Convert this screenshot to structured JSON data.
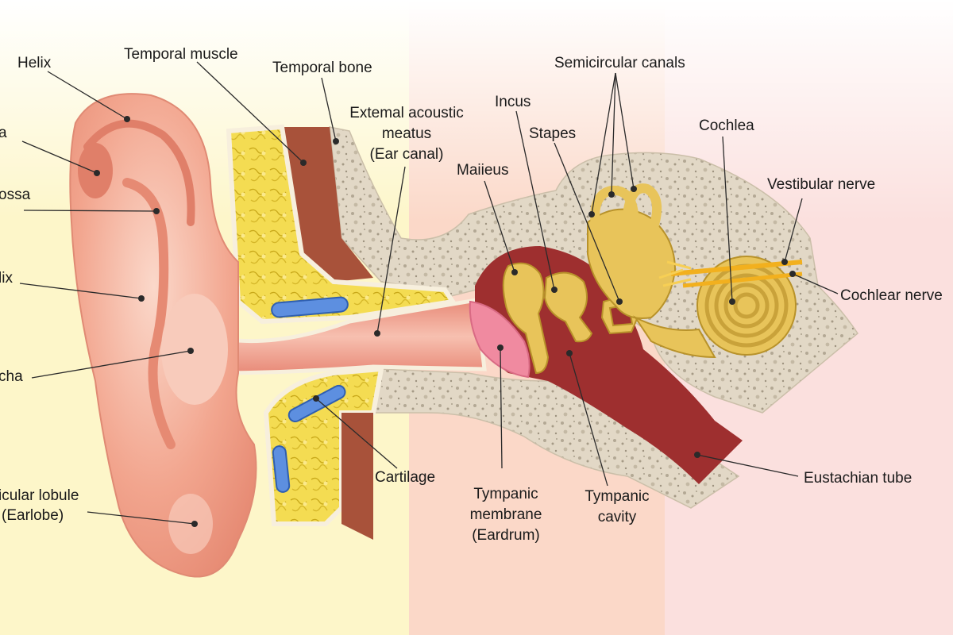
{
  "diagram": {
    "labels": {
      "helix": "Helix",
      "scapha": "a",
      "triangular_fossa": "ossa",
      "antihelix": "lix",
      "concha": "cha",
      "lobule_line1": "icular lobule",
      "lobule_line2": "(Earlobe)",
      "temporal_muscle": "Temporal muscle",
      "temporal_bone": "Temporal bone",
      "meatus_line1": "Extemal acoustic",
      "meatus_line2": "meatus",
      "meatus_line3": "(Ear canal)",
      "malleus": "Maiieus",
      "incus": "Incus",
      "stapes": "Stapes",
      "semicircular_canals": "Semicircular canals",
      "cochlea": "Cochlea",
      "vestibular_nerve": "Vestibular nerve",
      "cochlear_nerve": "Cochlear nerve",
      "cartilage": "Cartilage",
      "tympanic_membrane_line1": "Tympanic",
      "tympanic_membrane_line2": "membrane",
      "tympanic_membrane_line3": "(Eardrum)",
      "tympanic_cavity_line1": "Tympanic",
      "tympanic_cavity_line2": "cavity",
      "eustachian_tube": "Eustachian tube"
    },
    "colors": {
      "skin": "#f2a58e",
      "skin_light": "#f8cbbb",
      "skin_dark": "#e07f69",
      "muscle": "#a8523a",
      "bone": "#e2d8c6",
      "fat": "#f4dc52",
      "cavity": "#9e2f2f",
      "ossicle": "#e8c45a",
      "eardrum": "#f08aa0",
      "vessel": "#5d8fe0",
      "nerve": "#f2b01e"
    }
  }
}
